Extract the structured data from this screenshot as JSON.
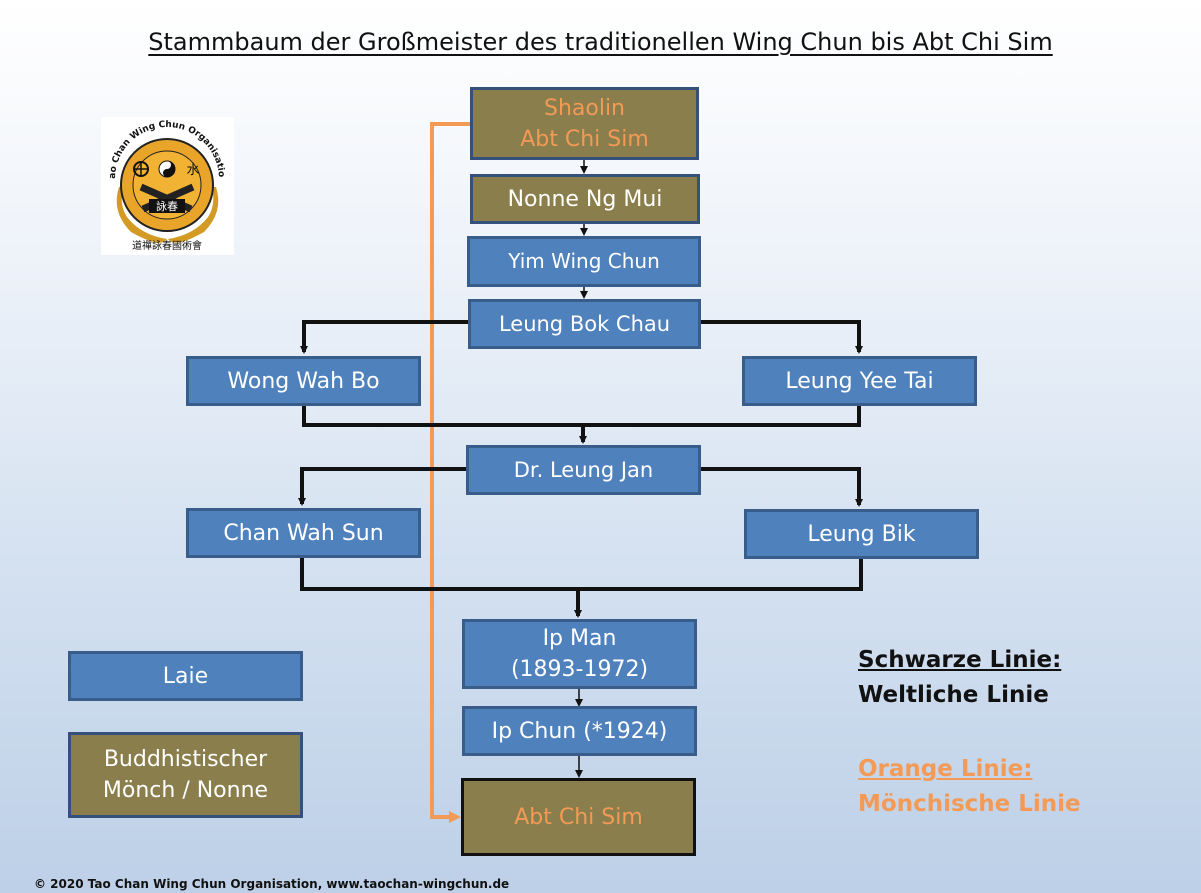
{
  "title": "Stammbaum der Großmeister des traditionellen Wing Chun bis Abt Chi Sim",
  "logo": {
    "arc_text": "Tao Chan Wing Chun Organisation",
    "center_text": "詠春",
    "caption": "道禪詠春國術會",
    "right_glyph": "水"
  },
  "nodes": {
    "shaolin": {
      "line1": "Shaolin",
      "line2": "Abt Chi Sim"
    },
    "ng_mui": {
      "label": "Nonne Ng Mui"
    },
    "yim_wing_chun": {
      "label": "Yim Wing Chun"
    },
    "leung_bok_chau": {
      "label": "Leung Bok Chau"
    },
    "wong_wah_bo": {
      "label": "Wong Wah Bo"
    },
    "leung_yee_tai": {
      "label": "Leung Yee Tai"
    },
    "leung_jan": {
      "label": "Dr. Leung Jan"
    },
    "chan_wah_sun": {
      "label": "Chan Wah Sun"
    },
    "leung_bik": {
      "label": "Leung Bik"
    },
    "ip_man": {
      "line1": "Ip Man",
      "line2": "(1893-1972)"
    },
    "ip_chun": {
      "label": "Ip Chun (*1924)"
    },
    "abt_chi_sim": {
      "label": "Abt Chi Sim"
    }
  },
  "key": {
    "laie": "Laie",
    "monk_line1": "Buddhistischer",
    "monk_line2": "Mönch / Nonne"
  },
  "legend": {
    "black_title": "Schwarze Linie:",
    "black_desc": "Weltliche Linie",
    "orange_title": "Orange Linie:",
    "orange_desc": "Mönchische Linie"
  },
  "colors": {
    "layman_box": "#4f81bd",
    "monk_box": "#8a7e4c",
    "orange_line": "#f29a56",
    "black_line": "#111111"
  },
  "footer": "© 2020 Tao Chan Wing Chun Organisation, www.taochan-wingchun.de"
}
